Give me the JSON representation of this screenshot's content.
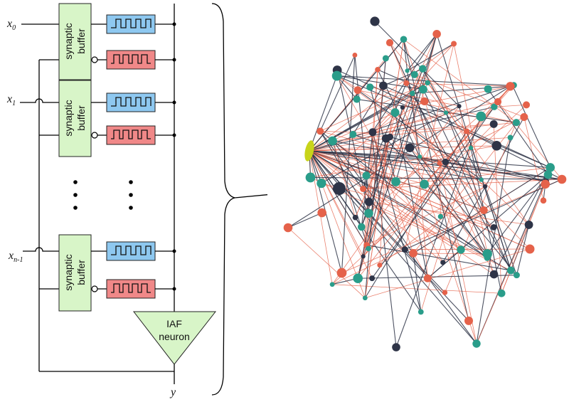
{
  "circuit": {
    "inputs": [
      {
        "base": "x",
        "sub": "0"
      },
      {
        "base": "x",
        "sub": "1"
      },
      {
        "base": "x",
        "sub": "n-1"
      }
    ],
    "buffer_label_line1": "synaptic",
    "buffer_label_line2": "buffer",
    "neuron_label_line1": "IAF",
    "neuron_label_line2": "neuron",
    "output_label": "y"
  },
  "colors": {
    "buffer_fill": "#d8f5c8",
    "excitatory_fill": "#8ec8f0",
    "inhibitory_fill": "#f08888",
    "node_teal": "#2a9d8a",
    "node_red": "#e5624a",
    "node_dark": "#2e3447",
    "hub_yellow": "#c8d41a"
  }
}
